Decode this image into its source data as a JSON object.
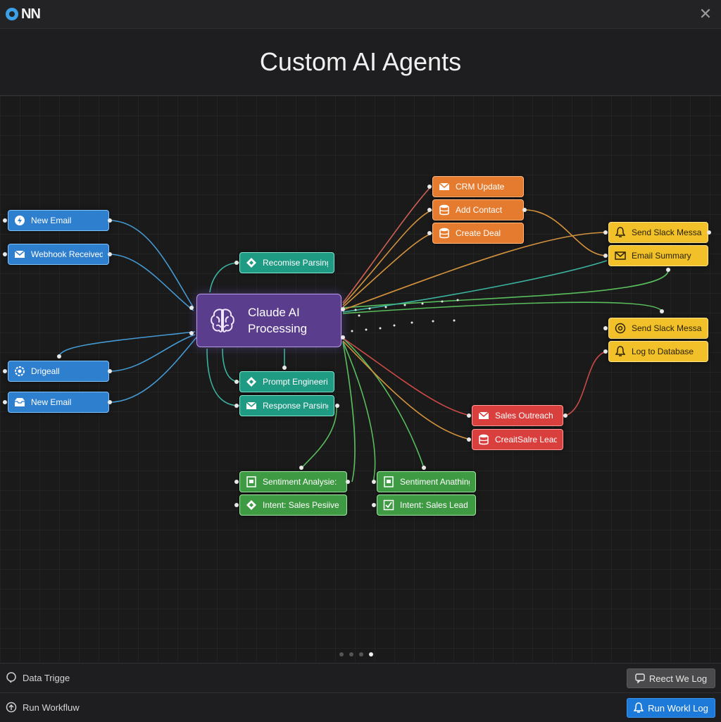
{
  "app": {
    "logo_text": "NN",
    "close_glyph": "✕",
    "title": "Custom AI Agents"
  },
  "main_node": {
    "label": "Claude AI\nProcessing",
    "icon": "brain-icon",
    "color": "#5a3d8c"
  },
  "nodes": [
    {
      "id": "new-email-1",
      "label": "New Email",
      "icon": "bolt-icon",
      "color": "blue"
    },
    {
      "id": "webhook-received",
      "label": "Webhook Received",
      "icon": "mail-icon",
      "color": "blue"
    },
    {
      "id": "drigeall",
      "label": "Drigeall",
      "icon": "gear-icon",
      "color": "blue"
    },
    {
      "id": "new-email-2",
      "label": "New Email",
      "icon": "inbox-icon",
      "color": "blue"
    },
    {
      "id": "recomise-parsing",
      "label": "Recomise Parsing",
      "icon": "diamond-icon",
      "color": "teal"
    },
    {
      "id": "prompt-engineering",
      "label": "Prompt Engineering",
      "icon": "diamond-icon",
      "color": "teal"
    },
    {
      "id": "response-parsing",
      "label": "Response Parsing",
      "icon": "mail-icon",
      "color": "teal"
    },
    {
      "id": "sentiment-analysis",
      "label": "Sentiment Analysie:",
      "icon": "doc-icon",
      "color": "green"
    },
    {
      "id": "intent-sales-positive",
      "label": "Intent: Sales Pesiive",
      "icon": "diamond-icon",
      "color": "green"
    },
    {
      "id": "sentiment-anathing",
      "label": "Sentiment Anathing",
      "icon": "doc-icon",
      "color": "green"
    },
    {
      "id": "intent-sales-lead",
      "label": "Intent: Sales Lead",
      "icon": "check-icon",
      "color": "green"
    },
    {
      "id": "crm-update",
      "label": "CRM Update",
      "icon": "mail-icon",
      "color": "orange"
    },
    {
      "id": "add-contact",
      "label": "Add Contact",
      "icon": "database-icon",
      "color": "orange"
    },
    {
      "id": "create-deal",
      "label": "Create Deal",
      "icon": "database-icon",
      "color": "orange"
    },
    {
      "id": "sales-outreach",
      "label": "Sales Outreach",
      "icon": "mail-icon",
      "color": "red"
    },
    {
      "id": "creditsalre-lead",
      "label": "CreaitSalre Lead",
      "icon": "database-icon",
      "color": "red"
    },
    {
      "id": "send-slack-1",
      "label": "Send Slack Message",
      "icon": "bell-icon",
      "color": "yellow"
    },
    {
      "id": "email-summary",
      "label": "Email Summary",
      "icon": "mail-icon",
      "color": "yellow"
    },
    {
      "id": "send-slack-2",
      "label": "Send Slack Message",
      "icon": "at-icon",
      "color": "yellow"
    },
    {
      "id": "log-to-database",
      "label": "Log to Database",
      "icon": "bell-icon",
      "color": "yellow"
    }
  ],
  "pagination": {
    "count": 4,
    "active": 4
  },
  "bottom": {
    "row1_label": "Data Trigge",
    "row1_icon": "bubble-icon",
    "row1_button": "Reect We Log",
    "row1_button_icon": "chat-icon",
    "row2_label": "Run Workfluw",
    "row2_icon": "upload-icon",
    "row2_button": "Run Workl Log",
    "row2_button_icon": "bell-icon"
  },
  "colors": {
    "blue": "#2f7fcf",
    "teal": "#1f9a83",
    "green": "#3f9a44",
    "orange": "#e57b2e",
    "red": "#d9403d",
    "yellow": "#f2c12a",
    "purple": "#5a3d8c"
  }
}
